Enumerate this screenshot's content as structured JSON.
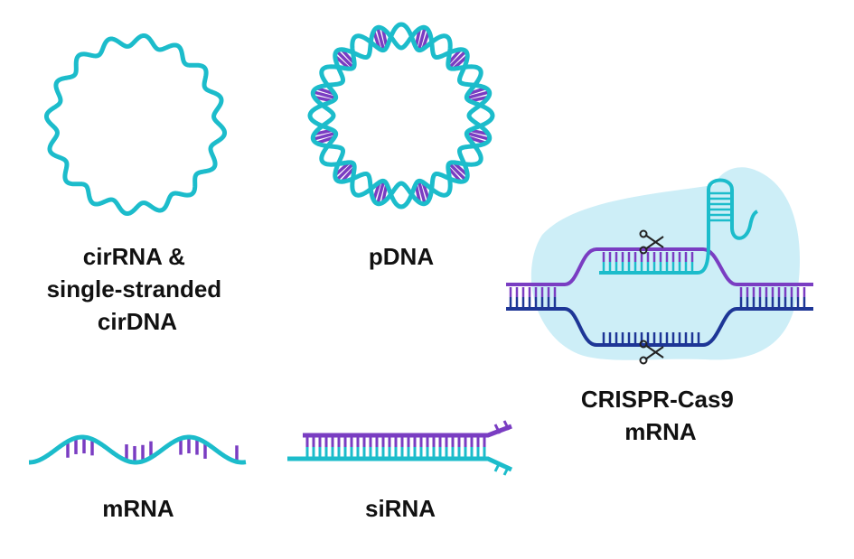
{
  "colors": {
    "teal": "#1cbccb",
    "purple": "#7a3dc2",
    "navy": "#1e3696",
    "blob": "#cdeef7",
    "text": "#111111",
    "scissors": "#222222"
  },
  "panels": [
    {
      "id": "circ",
      "label_lines": [
        "cirRNA &",
        "single-stranded",
        "cirDNA"
      ]
    },
    {
      "id": "pdna",
      "label_lines": [
        "pDNA"
      ]
    },
    {
      "id": "crispr",
      "label_lines": [
        "CRISPR-Cas9",
        "mRNA"
      ],
      "icons": [
        "scissors-icon",
        "scissors-icon"
      ]
    },
    {
      "id": "mrna",
      "label_lines": [
        "mRNA"
      ]
    },
    {
      "id": "sirna",
      "label_lines": [
        "siRNA"
      ]
    }
  ]
}
